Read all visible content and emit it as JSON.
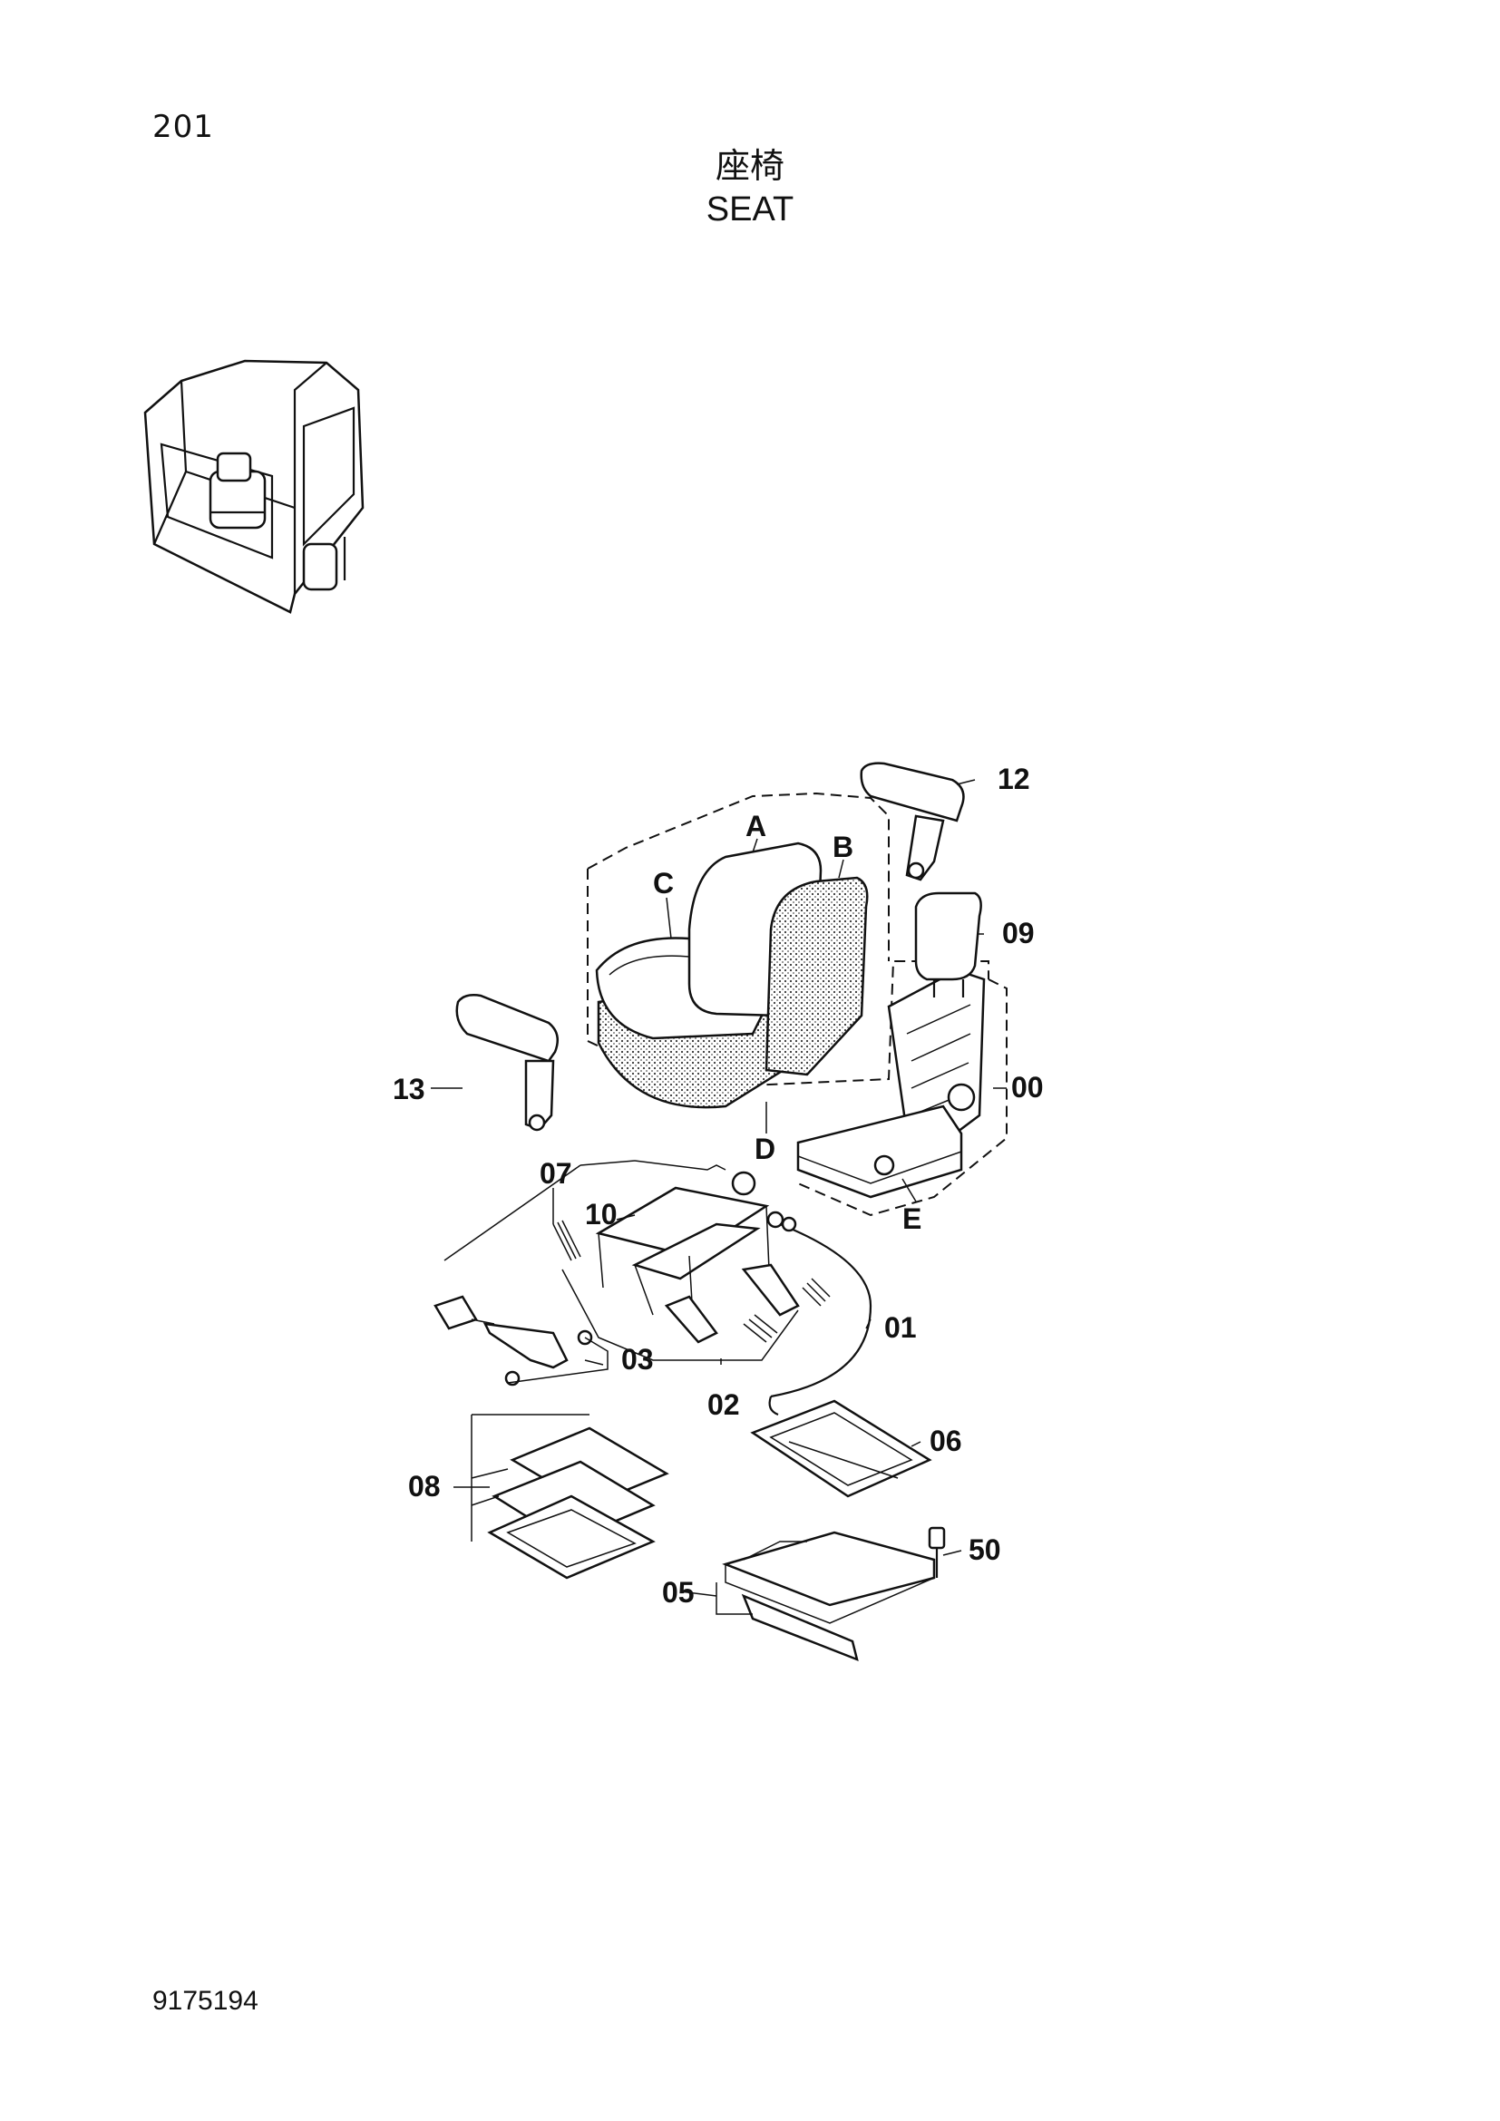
{
  "header": {
    "page_number": "201",
    "title_jp": "座椅",
    "title_en": "SEAT"
  },
  "footer": {
    "doc_number": "9175194"
  },
  "diagram": {
    "callouts": {
      "A": "A",
      "B": "B",
      "C": "C",
      "D": "D",
      "E": "E",
      "p00": "00",
      "p01": "01",
      "p02": "02",
      "p03": "03",
      "p05": "05",
      "p06": "06",
      "p07": "07",
      "p08": "08",
      "p09": "09",
      "p10": "10",
      "p12": "12",
      "p13": "13",
      "p50": "50"
    }
  }
}
